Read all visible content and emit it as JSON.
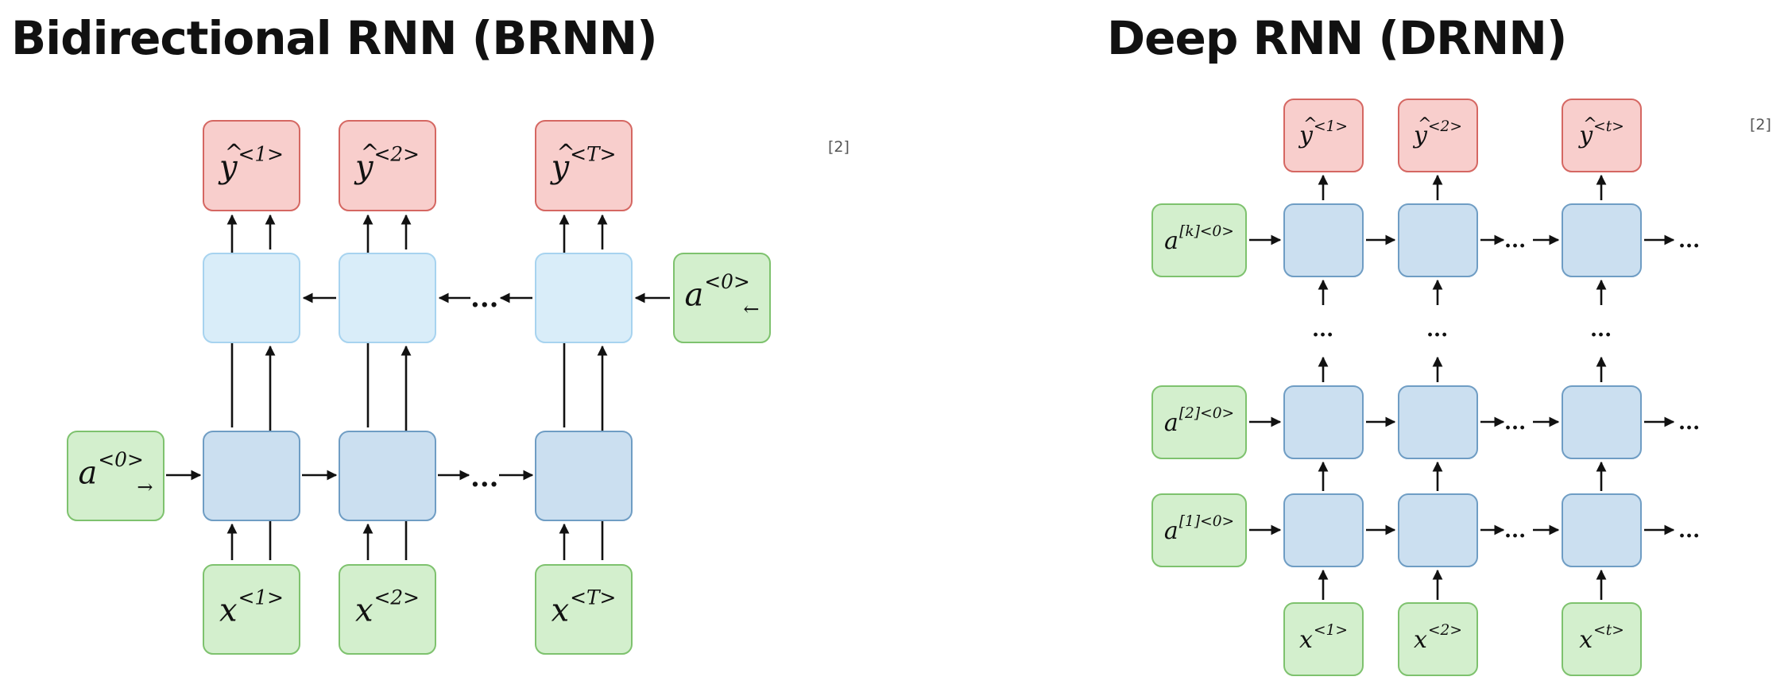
{
  "left_panel": {
    "title": "Bidirectional RNN (BRNN)",
    "citation": "[2]",
    "labels": {
      "y1": "<1>",
      "y2": "<2>",
      "yT": "<T>",
      "x1": "<1>",
      "x2": "<2>",
      "xT": "<T>",
      "a_back": "<0>",
      "a_fwd": "<0>"
    },
    "ellipsis": "..."
  },
  "right_panel": {
    "title": "Deep RNN (DRNN)",
    "citation": "[2]",
    "labels": {
      "y1": "<1>",
      "y2": "<2>",
      "yt": "<t>",
      "x1": "<1>",
      "x2": "<2>",
      "xt": "<t>",
      "ak": "[k]<0>",
      "a2": "[2]<0>",
      "a1": "[1]<0>"
    },
    "ellipsis": "..."
  },
  "colors": {
    "input_fill": "#d3efcd",
    "input_border": "#7ec26e",
    "output_fill": "#f8cecc",
    "output_border": "#d56762",
    "hidden_fill": "#cbdff0",
    "hidden_border": "#6f9dc4",
    "backward_fill": "#d9edf9",
    "backward_border": "#a7d3ef",
    "arrow": "#111111"
  }
}
